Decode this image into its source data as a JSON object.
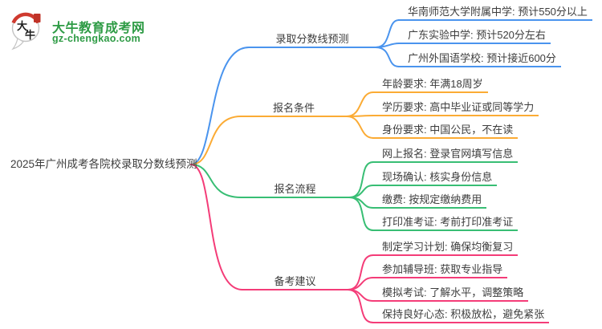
{
  "logo": {
    "bubble_text_top": "大",
    "bubble_text_bottom": "牛",
    "title": "大牛教育成考网",
    "subtitle": "gz-chengkao.com",
    "brand_green": "#2E9B45",
    "seal_red": "#C03328"
  },
  "root": {
    "label": "2025年广州成考各院校录取分数线预测"
  },
  "branches": [
    {
      "label": "录取分数线预测",
      "color": "#4A94EE",
      "children": [
        "华南师范大学附属中学: 预计550分以上",
        "广东实验中学: 预计520分左右",
        "广州外国语学校: 预计接近600分"
      ]
    },
    {
      "label": "报名条件",
      "color": "#FBAB34",
      "children": [
        "年龄要求: 年满18周岁",
        "学历要求: 高中毕业证或同等学力",
        "身份要求: 中国公民，不在读"
      ]
    },
    {
      "label": "报名流程",
      "color": "#38BE74",
      "children": [
        "网上报名: 登录官网填写信息",
        "现场确认: 核实身份信息",
        "缴费: 按规定缴纳费用",
        "打印准考证: 考前打印准考证"
      ]
    },
    {
      "label": "备考建议",
      "color": "#F43C78",
      "children": [
        "制定学习计划: 确保均衡复习",
        "参加辅导班: 获取专业指导",
        "模拟考试: 了解水平，调整策略",
        "保持良好心态: 积极放松，避免紧张"
      ]
    }
  ]
}
